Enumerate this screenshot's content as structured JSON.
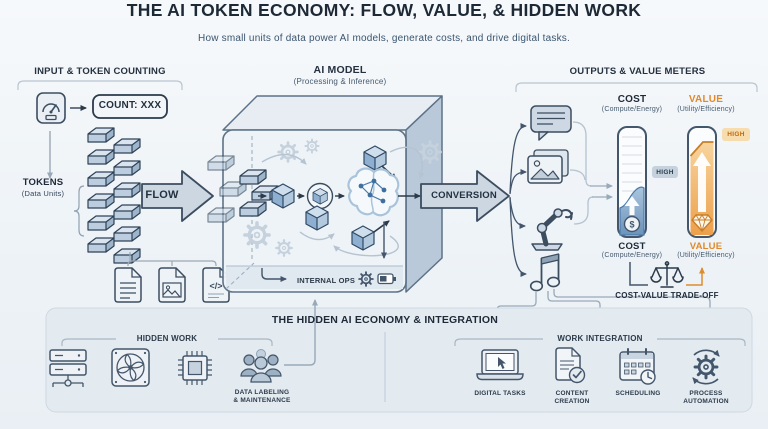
{
  "header": {
    "title": "THE AI TOKEN ECONOMY: FLOW, VALUE, & HIDDEN WORK",
    "subtitle": "How small units of data power AI models, generate costs, and drive digital tasks."
  },
  "input": {
    "header": "INPUT & TOKEN COUNTING",
    "count": "COUNT: XXX",
    "tokens": "TOKENS",
    "tokens_sub": "(Data Units)",
    "flow": "FLOW",
    "doc_icons": [
      "text-document",
      "image-document",
      "code-document"
    ],
    "code_glyph": "</>"
  },
  "model": {
    "header": "AI MODEL",
    "subheader": "(Processing & Inference)",
    "internal_ops": "INTERNAL OPS",
    "conversion": "CONVERSION"
  },
  "outputs": {
    "header": "OUTPUTS & VALUE METERS",
    "icons": [
      "chat-bubble",
      "image",
      "robot-arm",
      "music-note"
    ],
    "cost": {
      "label": "COST",
      "sub": "(Compute/Energy)",
      "badge": "HIGH",
      "symbol": "$"
    },
    "value": {
      "label": "VALUE",
      "sub": "(Utility/Efficiency)",
      "badge": "HIGH"
    },
    "tradeoff": "COST-VALUE TRADE-OFF"
  },
  "bottom": {
    "title": "THE HIDDEN AI ECONOMY & INTEGRATION",
    "hidden_work": {
      "header": "HIDDEN WORK",
      "icons": [
        "server",
        "cooling-fan",
        "cpu-chip",
        "workers"
      ],
      "caption": "DATA LABELING\n& MAINTENANCE"
    },
    "work_integration": {
      "header": "WORK INTEGRATION",
      "items": [
        "DIGITAL TASKS",
        "CONTENT\nCREATION",
        "SCHEDULING",
        "PROCESS\nAUTOMATION"
      ]
    }
  },
  "colors": {
    "accent_blue": "#4a7aab",
    "accent_orange": "#e0892b",
    "ink": "#1f2937"
  }
}
